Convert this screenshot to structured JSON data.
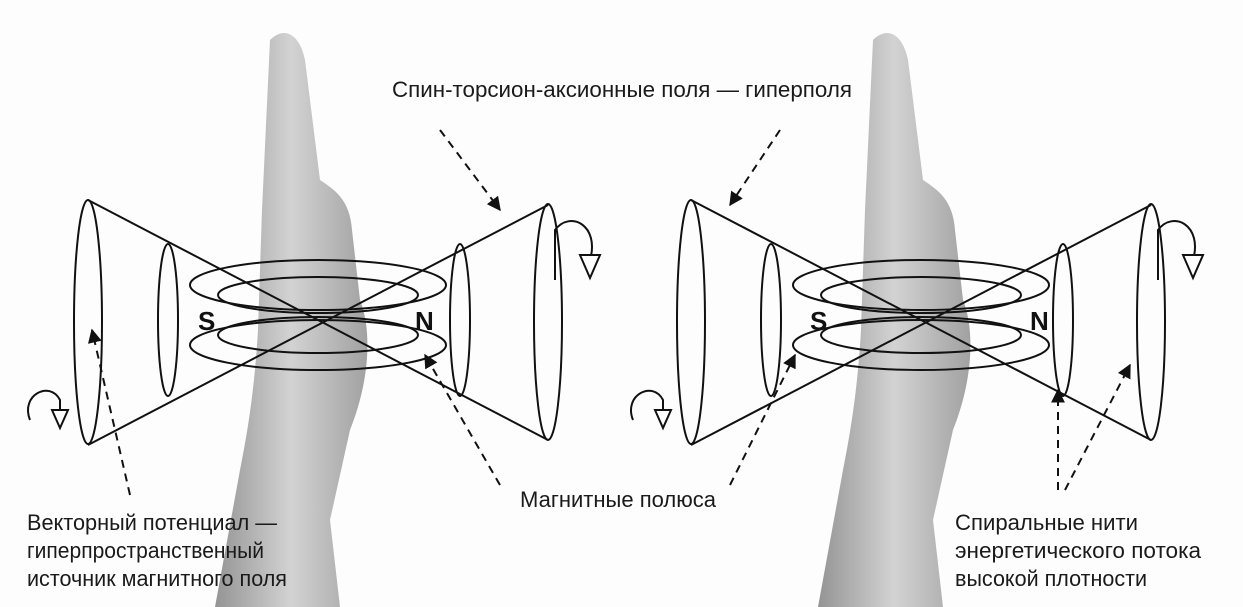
{
  "labels": {
    "top": "Спин-торсион-аксионные поля — гиперполя",
    "poles": "Магнитные полюса",
    "vector_potential": [
      "Векторный потенциал —",
      "гиперпространственный",
      "источник магнитного поля"
    ],
    "spiral_threads": [
      "Спиральные нити",
      "энергетического потока",
      "высокой плотности"
    ]
  },
  "figures": [
    {
      "south": "S",
      "north": "N"
    },
    {
      "south": "S",
      "north": "N"
    }
  ],
  "colors": {
    "ink": "#111111",
    "hand": "#9a9a9a",
    "paper": "#fdfdfd"
  }
}
